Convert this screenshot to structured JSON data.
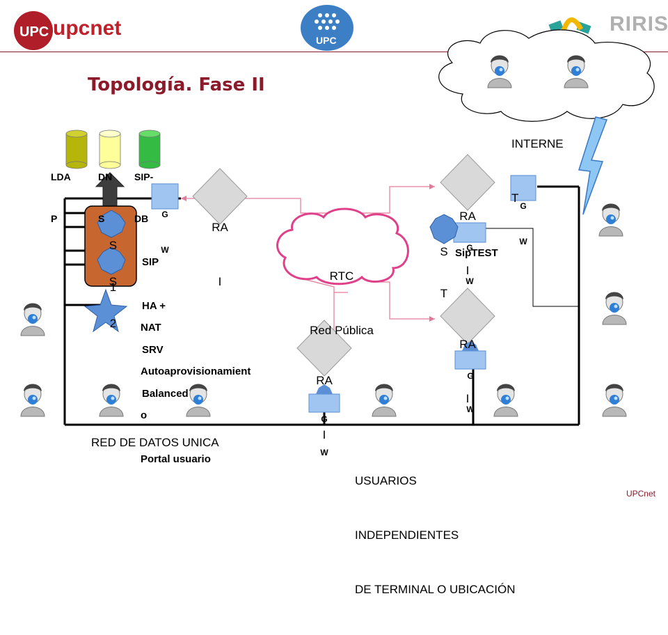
{
  "header": {
    "logo_left": "upcnet",
    "logo_center": "UPC",
    "logo_right": "RIRIS",
    "title": "Topología. Fase II"
  },
  "internet": {
    "label_line1": "INTERNE",
    "label_line2": "T"
  },
  "databases": [
    {
      "line1": "LDA",
      "line2": "P",
      "color": "#b5b50a"
    },
    {
      "line1": "DN",
      "line2": "S",
      "color": "#ffff99"
    },
    {
      "line1": "SIP-",
      "line2": "DB",
      "color": "#33bb44"
    }
  ],
  "sip_server": {
    "node1_line1": "S",
    "node1_line2": "1",
    "node2_line1": "S",
    "node2_line2": "2",
    "desc": [
      "SIP",
      "HA +",
      "SRV",
      "Balanced"
    ]
  },
  "services": [
    "NAT",
    "Autoaprovisionamient",
    "o",
    "Portal usuario"
  ],
  "rtc": {
    "line1": "RTC",
    "line2": "Red Pública"
  },
  "rai": {
    "line1": "RA",
    "line2": "I"
  },
  "gw": {
    "line1": "G",
    "line2": "W"
  },
  "siptest": {
    "st_line1": "S",
    "st_line2": "T",
    "label": "SipTEST"
  },
  "bottom": {
    "left": "RED DE DATOS UNICA",
    "right_lines": [
      "USUARIOS",
      "INDEPENDIENTES",
      "DE TERMINAL O UBICACIÓN"
    ]
  },
  "footer": "UPCnet",
  "colors": {
    "accent": "#8b1a2b",
    "server": "#c8662f",
    "node": "#5b8fd6",
    "rai": "#d9d9d9",
    "gw": "#9fc5f0",
    "link": "#e47a9a"
  }
}
